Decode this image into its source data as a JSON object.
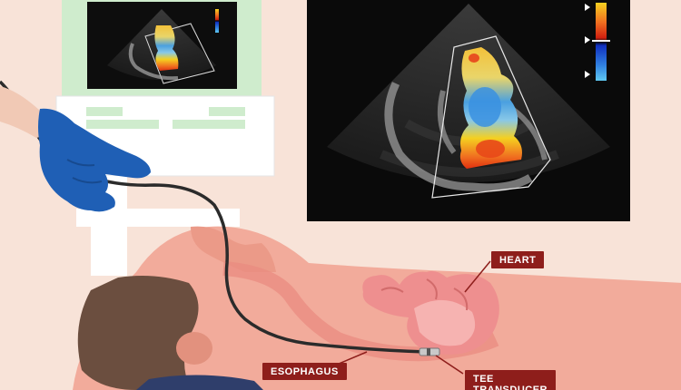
{
  "labels": {
    "heart": "HEART",
    "esophagus": "ESOPHAGUS",
    "tee": "TEE\nTRANSDUCER"
  },
  "colors": {
    "background": "#f8e3d8",
    "label_bg": "#8e1e1b",
    "glove": "#1f5fb5",
    "heart": "#ee8f8f",
    "skin": "#f2ab9b",
    "hair": "#6b4e3f",
    "monitor_frame": "#cfeccd"
  },
  "icons": [
    "ultrasound-scan-image",
    "color-doppler-scale-bar",
    "gloved-hand-icon",
    "heart-icon",
    "tee-probe-icon"
  ]
}
